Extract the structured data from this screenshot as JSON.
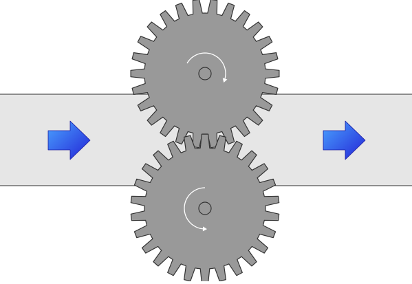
{
  "diagram": {
    "band": {
      "fill": "#e6e6e6",
      "edge": "#555555"
    },
    "gears": [
      {
        "id": "top",
        "teeth": 26,
        "rotation": "clockwise",
        "fill": "#999999",
        "outline": "#333333"
      },
      {
        "id": "bottom",
        "teeth": 26,
        "rotation": "counterclockwise",
        "fill": "#999999",
        "outline": "#333333"
      }
    ],
    "flow_arrows": [
      {
        "id": "inlet",
        "direction": "right",
        "icon": "arrow-right-icon",
        "color_light": "#4aa3ff",
        "color_dark": "#2323d6"
      },
      {
        "id": "outlet",
        "direction": "right",
        "icon": "arrow-right-icon",
        "color_light": "#4aa3ff",
        "color_dark": "#2323d6"
      }
    ],
    "rotation_indicator_color": "#ffffff"
  }
}
